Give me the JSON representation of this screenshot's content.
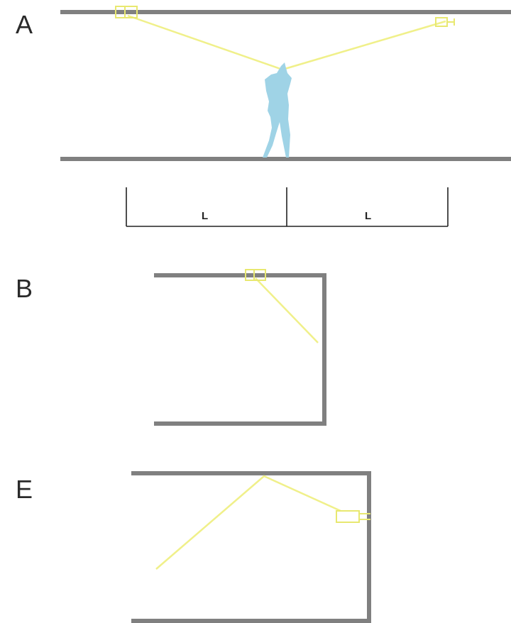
{
  "panels": {
    "a": {
      "label": "A"
    },
    "b": {
      "label": "B"
    },
    "e": {
      "label": "E"
    }
  },
  "dimensions": {
    "left_span": "L",
    "right_span": "L"
  },
  "colors": {
    "wall": "#808080",
    "light_ray": "#f0f08a",
    "person": "#9fd3e6",
    "dimension_line": "#222222"
  },
  "icons": {
    "person": "standing-person-silhouette",
    "fixture": "light-fixture"
  }
}
